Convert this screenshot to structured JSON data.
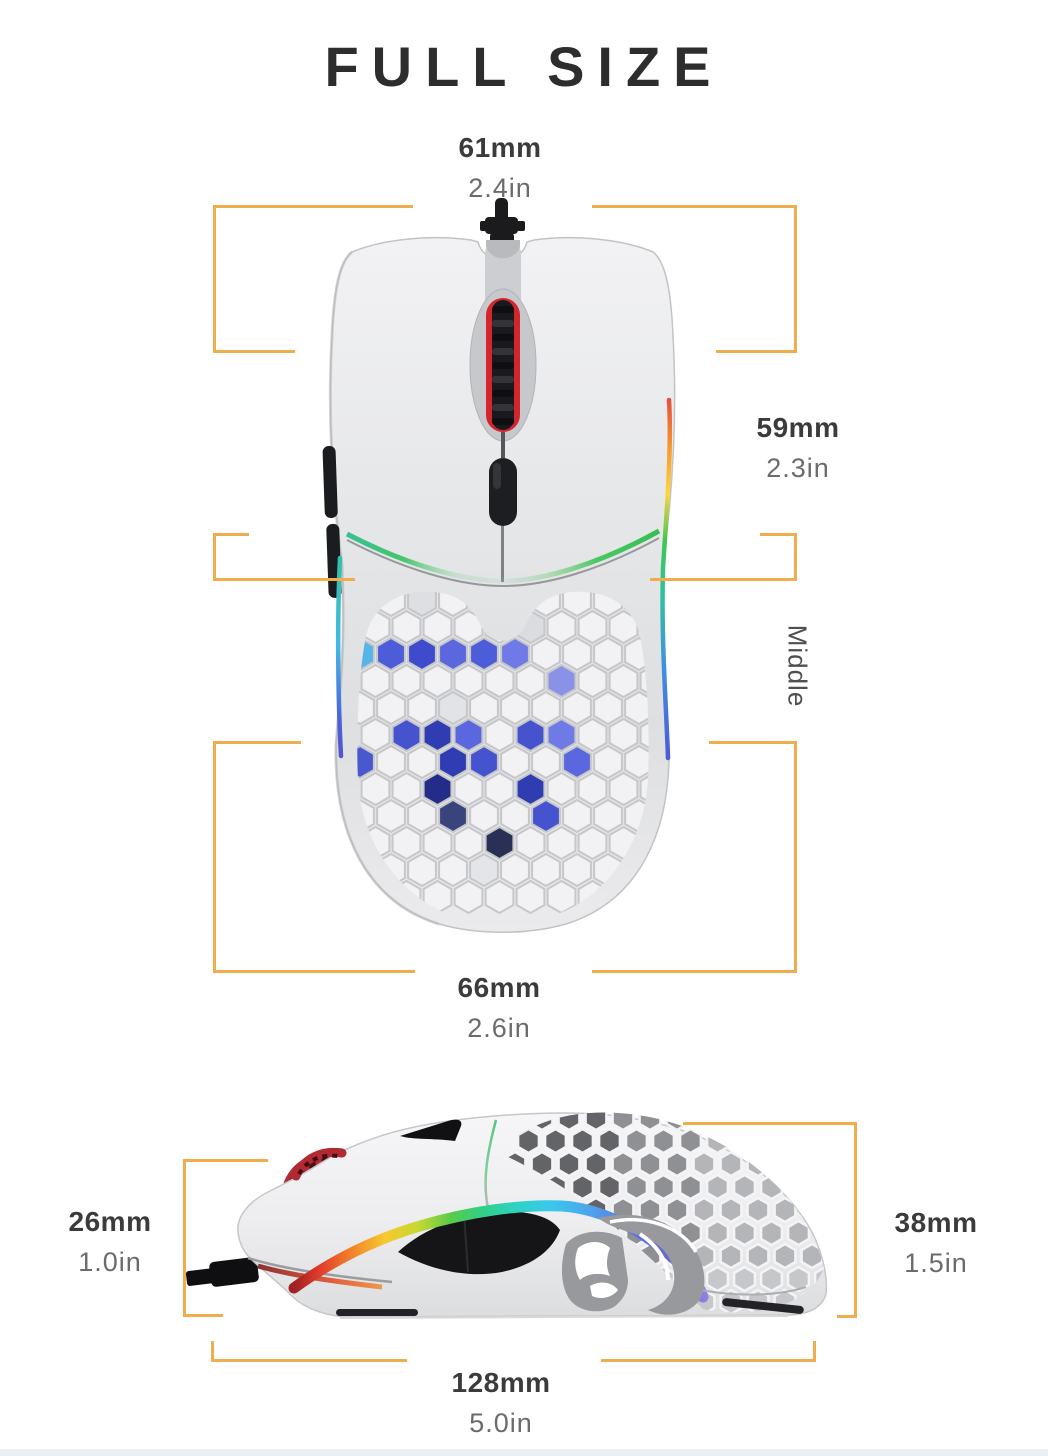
{
  "page": {
    "title": "FULL SIZE",
    "background": "#ffffff"
  },
  "colors": {
    "accent": "#EFAD4E",
    "title": "#2D2D2D",
    "label": "#3B3B3B",
    "sublabel": "#6B6B6B",
    "mouse_body": "#E7E8EA",
    "wheel_red": "#D3262C",
    "glow_green": "#3EC75B",
    "glow_blue": "#4B5AD2",
    "glow_cyan": "#54B4E8",
    "rgb_strip": [
      "#E03A2A",
      "#F2822C",
      "#F6C92F",
      "#59CB49",
      "#2ED3C2",
      "#39C9EC",
      "#5A74E0",
      "#8F7FE0"
    ]
  },
  "measurements": {
    "top_width": {
      "mm": "61mm",
      "inch": "2.4in"
    },
    "middle_width": {
      "mm": "59mm",
      "inch": "2.3in",
      "position_label": "Middle"
    },
    "rear_width": {
      "mm": "66mm",
      "inch": "2.6in"
    },
    "front_height": {
      "mm": "26mm",
      "inch": "1.0in"
    },
    "rear_height": {
      "mm": "38mm",
      "inch": "1.5in"
    },
    "length": {
      "mm": "128mm",
      "inch": "5.0in"
    }
  }
}
